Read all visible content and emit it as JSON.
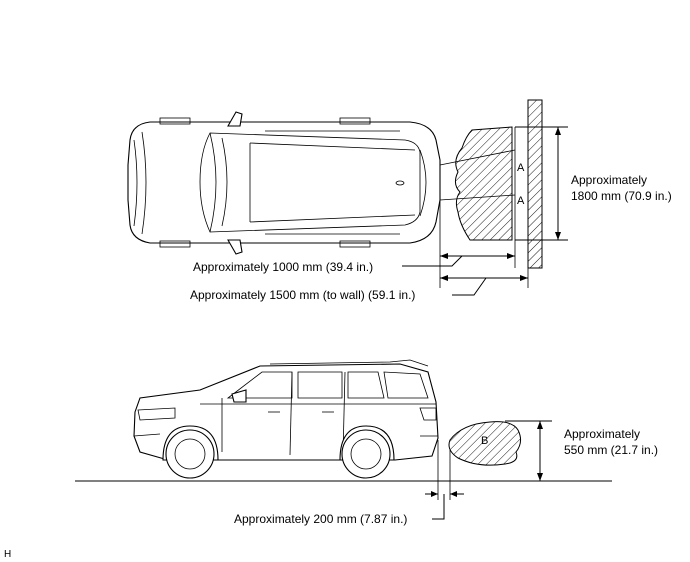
{
  "labels": {
    "dist_1000": "Approximately 1000 mm (39.4 in.)",
    "dist_1500": "Approximately 1500 mm (to wall) (59.1 in.)",
    "height_1800_line1": "Approximately",
    "height_1800_line2": "1800 mm (70.9 in.)",
    "height_550_line1": "Approximately",
    "height_550_line2": "550 mm (21.7 in.)",
    "dist_200": "Approximately 200 mm (7.87 in.)"
  },
  "markers": {
    "a_upper": "A",
    "a_lower": "A",
    "b": "B"
  },
  "figure_code": "H"
}
